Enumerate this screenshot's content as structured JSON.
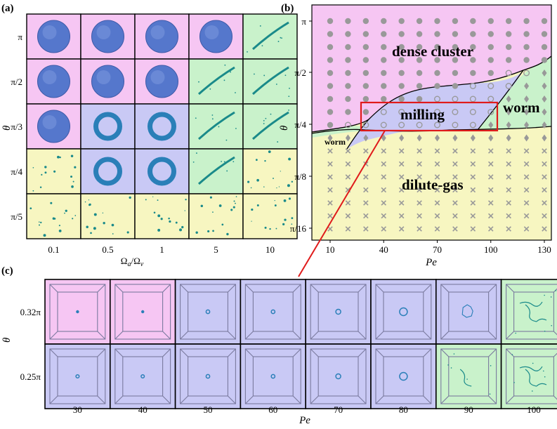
{
  "panels": {
    "a": {
      "label": "(a)",
      "y_title": "θ",
      "x_title": "Ωa/Ωv",
      "x_ticks": [
        "0.1",
        "0.5",
        "1",
        "5",
        "10"
      ],
      "y_ticks": [
        "π",
        "π/2",
        "π/3",
        "π/4",
        "π/5"
      ],
      "grid": [
        [
          "cluster",
          "cluster",
          "cluster",
          "cluster",
          "worm"
        ],
        [
          "cluster",
          "cluster",
          "cluster",
          "worm",
          "worm"
        ],
        [
          "cluster",
          "milling",
          "milling",
          "worm",
          "worm"
        ],
        [
          "gas",
          "milling",
          "milling",
          "worm",
          "gas"
        ],
        [
          "gas",
          "gas",
          "gas",
          "gas",
          "gas"
        ]
      ]
    },
    "b": {
      "label": "(b)",
      "y_title": "θ",
      "x_title": "Pe",
      "x_ticks": [
        "10",
        "40",
        "70",
        "100",
        "130"
      ],
      "y_ticks": [
        "π",
        "π/2",
        "π/4",
        "π/8",
        "π/16"
      ],
      "regions": {
        "dense_cluster": "dense cluster",
        "milling": "milling",
        "worm": "worm",
        "worm_small": "worm",
        "dilute_gas": "dilute-gas"
      }
    },
    "c": {
      "label": "(c)",
      "y_title": "θ",
      "x_title": "Pe",
      "x_ticks": [
        "30",
        "40",
        "50",
        "60",
        "70",
        "80",
        "90",
        "100"
      ],
      "rows": [
        {
          "theta": "0.32π",
          "phases": [
            "cluster",
            "cluster",
            "milling",
            "milling",
            "milling",
            "milling",
            "milling",
            "worm"
          ]
        },
        {
          "theta": "0.25π",
          "phases": [
            "milling",
            "milling",
            "milling",
            "milling",
            "milling",
            "milling",
            "worm",
            "worm"
          ]
        }
      ]
    }
  },
  "colors": {
    "cluster": "#f6c6f3",
    "milling": "#c9c9f5",
    "worm": "#c9f2cb",
    "gas": "#f7f6c1",
    "particle_blue": "#5577cc",
    "particle_teal": "#1a8a8a",
    "highlight": "#e01b1b",
    "marker": "#999999"
  }
}
